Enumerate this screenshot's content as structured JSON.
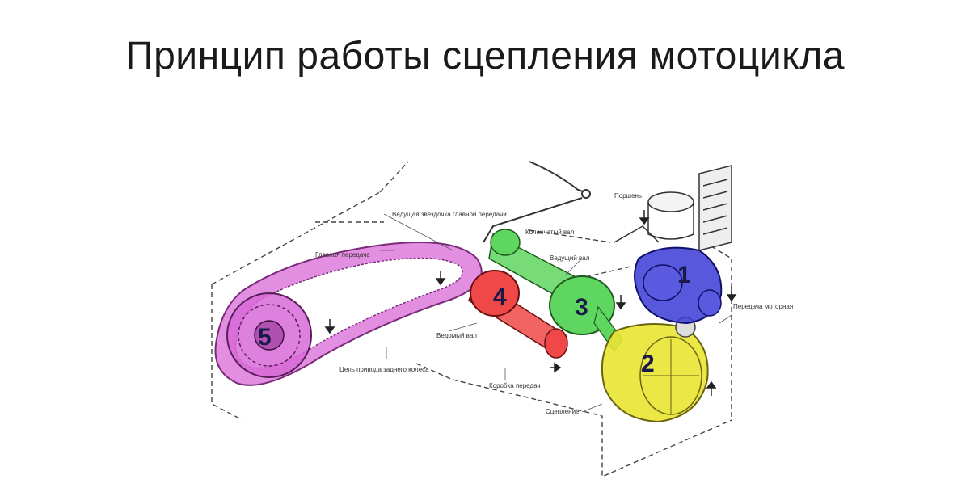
{
  "title": "Принцип работы сцепления мотоцикла",
  "components": [
    {
      "number": "1",
      "color": "#3b3bd6"
    },
    {
      "number": "2",
      "color": "#e8e432"
    },
    {
      "number": "3",
      "color": "#5fd65f"
    },
    {
      "number": "4",
      "color": "#f04848"
    },
    {
      "number": "5",
      "color": "#d86ad8"
    }
  ],
  "labels": {
    "piston": "Поршень",
    "crankshaft": "Коленчатый вал",
    "main_shaft": "Ведущий вал",
    "clutch_gear": "Ведущая звездочка главной передачи",
    "primary_drive": "Главная передача",
    "driven_shaft": "Ведомый вал",
    "gearbox": "Коробка передач",
    "clutch": "Сцепление",
    "primary_gear": "Передача моторная",
    "rear_chain": "Цепь привода заднего колеса"
  }
}
